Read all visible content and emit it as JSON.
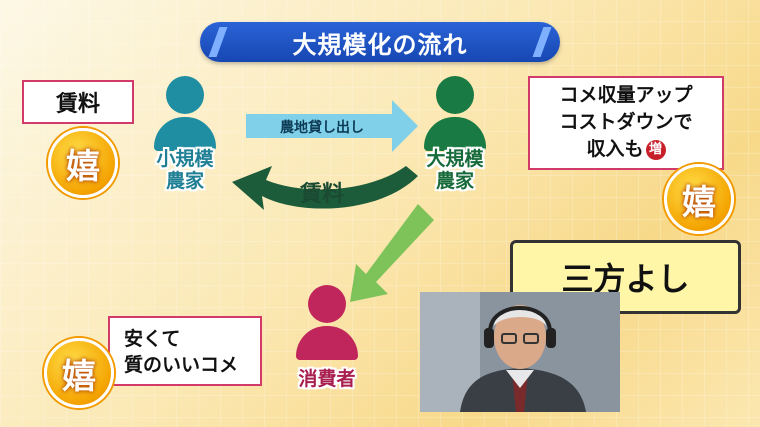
{
  "title": "大規模化の流れ",
  "left_box": {
    "text": "賃料"
  },
  "right_box": {
    "line1": "コメ収量アップ",
    "line2": "コストダウンで",
    "line3": "収入も",
    "inc_badge": "増"
  },
  "consumer_box": {
    "line1": "安くて",
    "line2": "質のいいコメ"
  },
  "badge_text": "嬉",
  "small_farmer": {
    "line1": "小規模",
    "line2": "農家"
  },
  "large_farmer": {
    "line1": "大規模",
    "line2": "農家"
  },
  "consumer": {
    "label": "消費者"
  },
  "arrow_lend": {
    "label": "農地貸し出し"
  },
  "arrow_rent": {
    "label": "賃料"
  },
  "sanpo": {
    "text": "三方よし"
  },
  "colors": {
    "small": "#1f8ea2",
    "large": "#1a7a43",
    "consumer": "#c0265b",
    "title_bg": "#1f52c4"
  }
}
